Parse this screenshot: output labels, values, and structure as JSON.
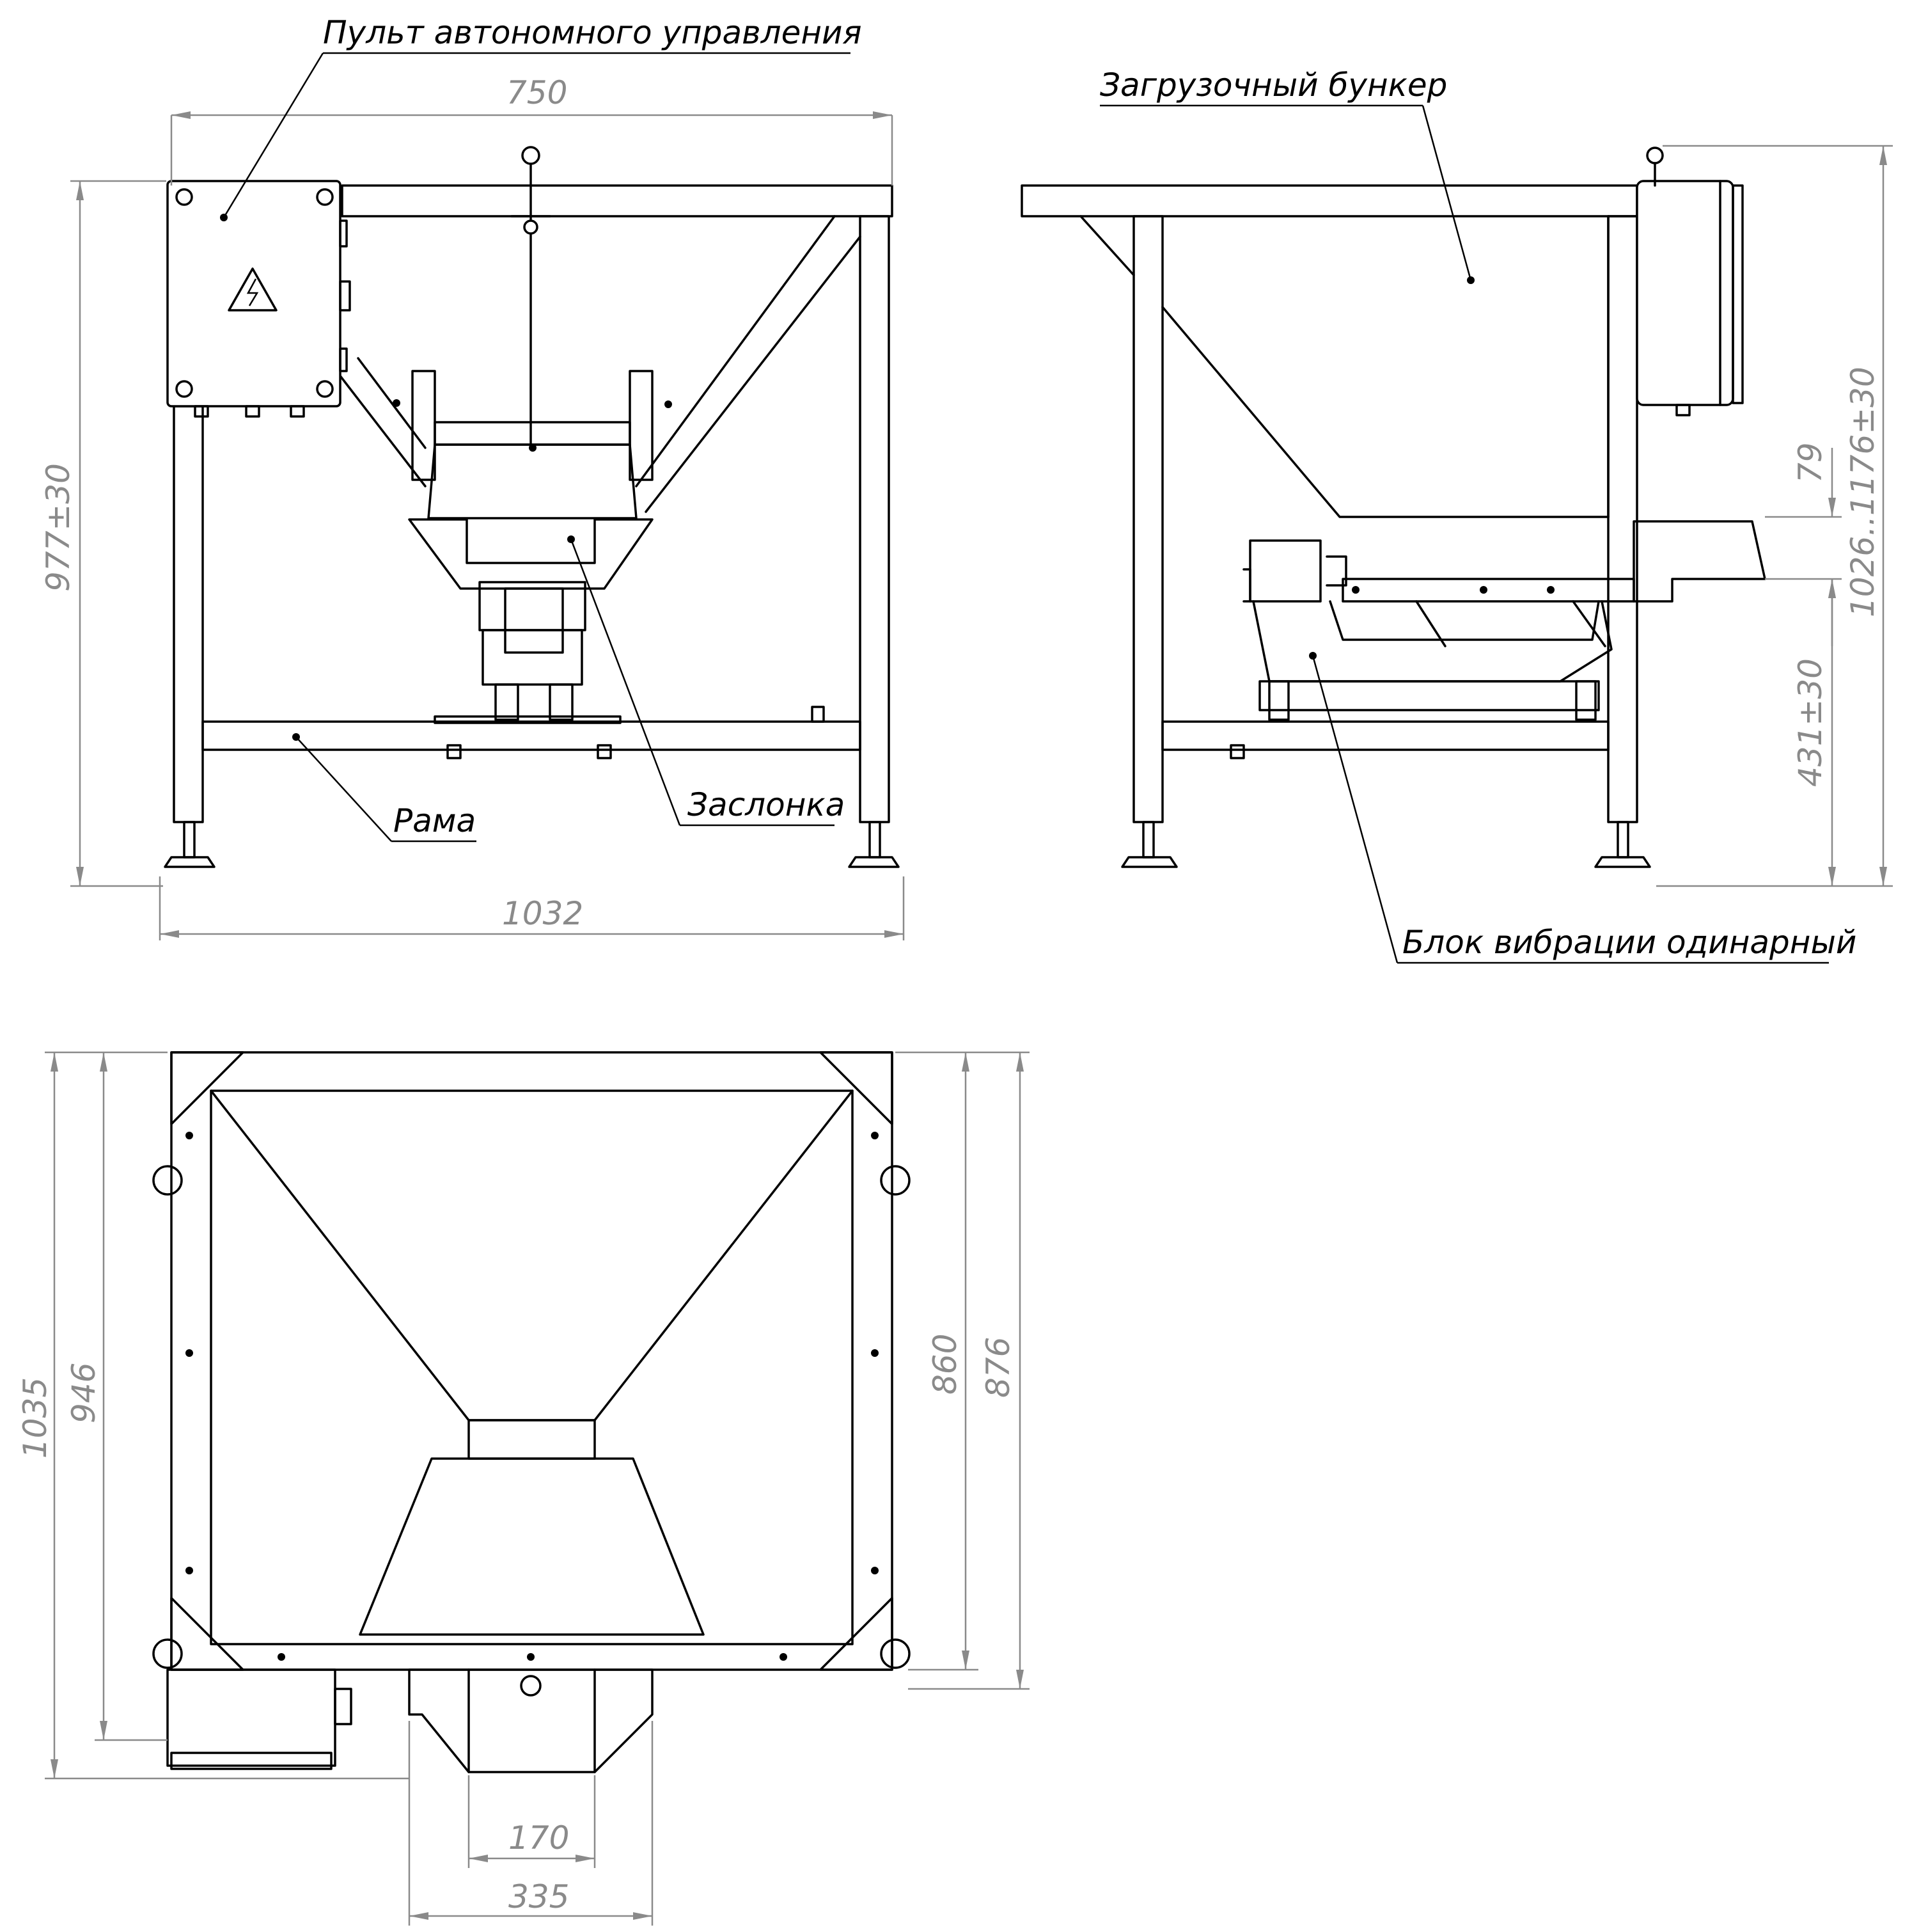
{
  "labels": {
    "control_panel": "Пульт автономного управления",
    "hopper": "Загрузочный бункер",
    "frame": "Рама",
    "gate": "Заслонка",
    "vibration_unit": "Блок вибрации одинарный"
  },
  "dimensions": {
    "front_width_top": "750",
    "front_width_base": "1032",
    "front_height": "977±30",
    "side_total_height": "1026..1176±30",
    "side_outlet_gap": "79",
    "side_outlet_height": "431±30",
    "plan_total_depth": "1035",
    "plan_depth_with_panel": "946",
    "plan_inner_width": "860",
    "plan_outer_width": "876",
    "plan_outlet_inner": "170",
    "plan_outlet_outer": "335"
  },
  "icons": {
    "warning": "high-voltage-warning-icon"
  }
}
